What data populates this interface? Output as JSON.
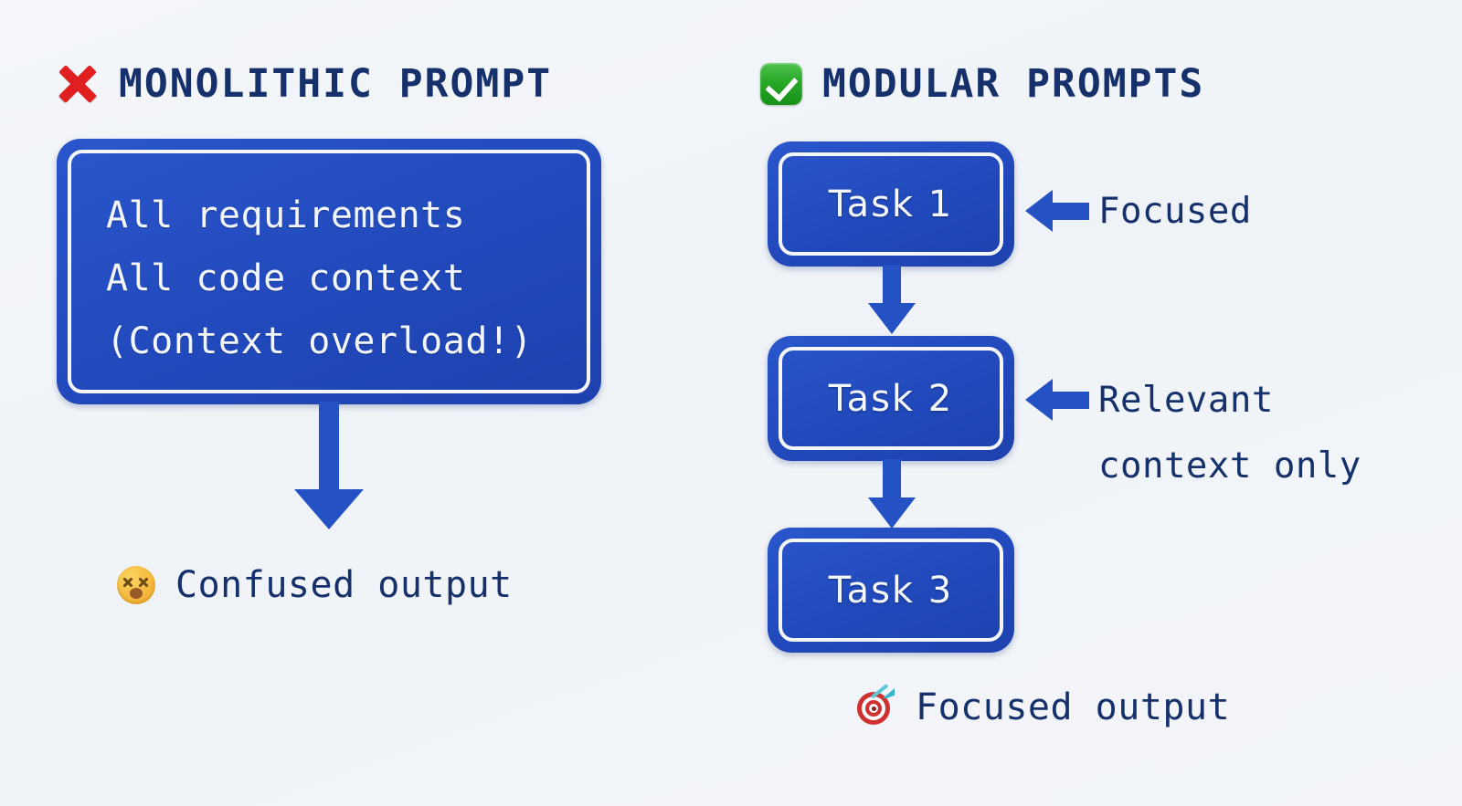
{
  "page": {
    "background_color": "#f2f5f8",
    "accent_blue": "#2451c4",
    "text_navy": "#15306b",
    "box_white_border": "#f4f6fa"
  },
  "left_panel": {
    "heading": {
      "icon": "cross-mark-icon",
      "icon_color": "#e02020",
      "text": "MONOLITHIC PROMPT"
    },
    "monolithic_box": {
      "lines": [
        "All requirements",
        "All code context",
        "(Context overload!)"
      ]
    },
    "flow_arrow": "arrow-down-icon",
    "output": {
      "icon": "dizzy-face-icon",
      "text": "Confused output"
    }
  },
  "right_panel": {
    "heading": {
      "icon": "check-mark-button-icon",
      "icon_color": "#19a319",
      "text": "MODULAR PROMPTS"
    },
    "tasks": [
      {
        "label": "Task 1"
      },
      {
        "label": "Task 2"
      },
      {
        "label": "Task 3"
      }
    ],
    "callouts": [
      {
        "arrow": "arrow-left-icon",
        "lines": [
          "Focused"
        ]
      },
      {
        "arrow": "arrow-left-icon",
        "lines": [
          "Relevant",
          "context only"
        ]
      }
    ],
    "callout_focused_line1": "Focused",
    "callout_relevant_line1": "Relevant",
    "callout_relevant_line2": "context only",
    "output": {
      "icon": "direct-hit-icon",
      "text": "Focused output"
    }
  }
}
